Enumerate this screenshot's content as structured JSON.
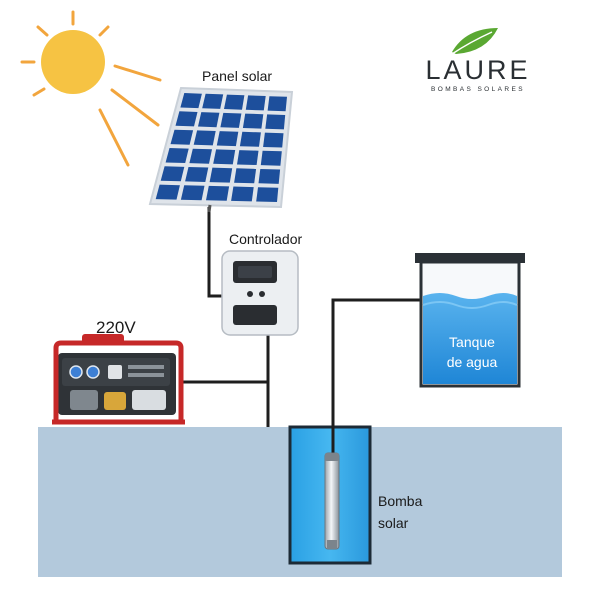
{
  "labels": {
    "solar_panel": "Panel solar",
    "controller": "Controlador",
    "generator": "220V",
    "tank_line1": "Tanque",
    "tank_line2": "de agua",
    "pump_line1": "Bomba",
    "pump_line2": "solar"
  },
  "brand": {
    "name": "LAURE",
    "tagline": "BOMBAS SOLARES",
    "leaf_icon": "leaf-icon"
  },
  "colors": {
    "ground": "#b3c9dc",
    "well_water": "#2f9fe0",
    "tank_water": "#2a8fdc",
    "panel_cell": "#1d4f9c",
    "sun": "#f6c343",
    "sun_rays": "#f2a53d",
    "generator_frame": "#c62828",
    "wire": "#1e1e1e",
    "brand_leaf": "#5aa832"
  }
}
